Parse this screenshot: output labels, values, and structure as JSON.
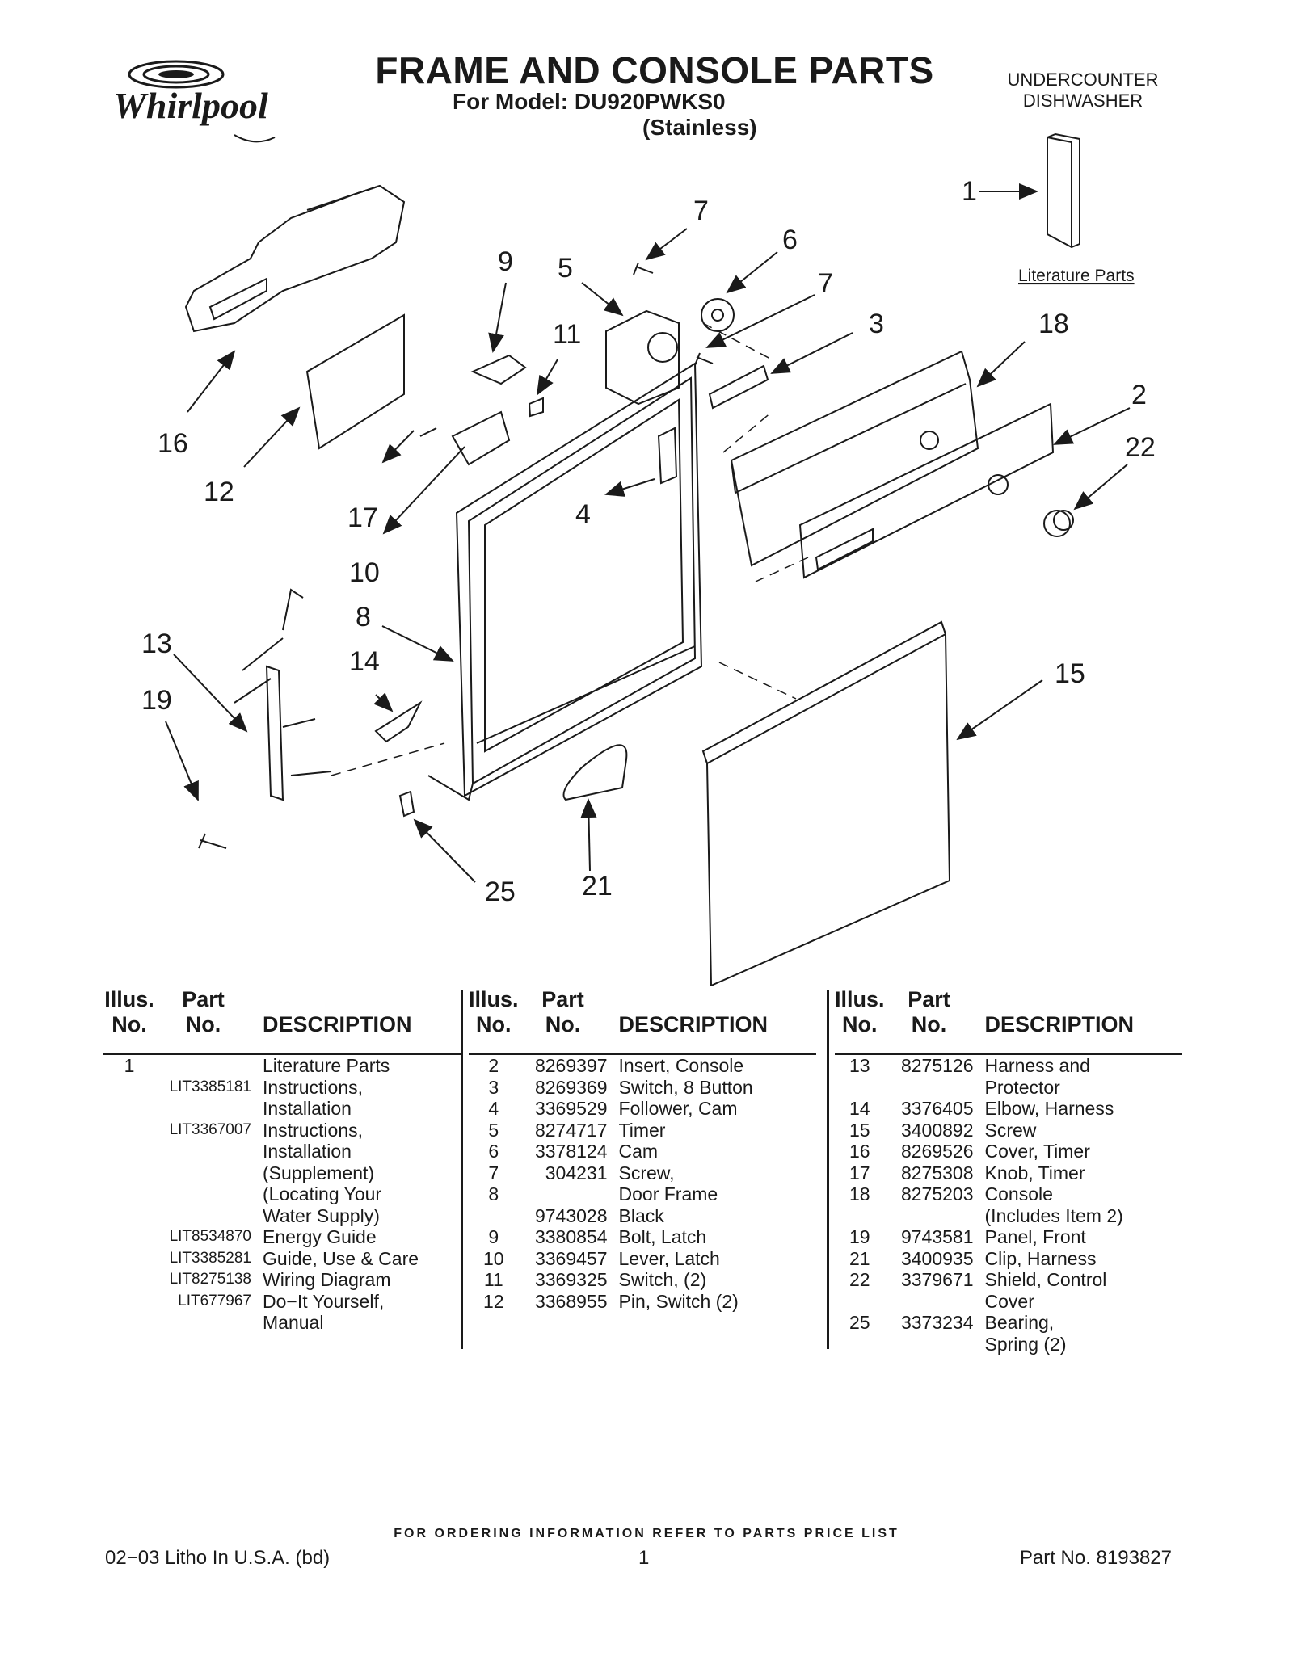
{
  "header": {
    "brand": "Whirlpool",
    "title": "FRAME AND CONSOLE PARTS",
    "model_line": "For Model: DU920PWKS0",
    "variant": "(Stainless)",
    "product_type_line1": "UNDERCOUNTER",
    "product_type_line2": "DISHWASHER"
  },
  "diagram": {
    "literature_label": "Literature Parts",
    "callouts": [
      "1",
      "7",
      "6",
      "9",
      "5",
      "7",
      "11",
      "3",
      "18",
      "2",
      "16",
      "22",
      "12",
      "4",
      "17",
      "10",
      "8",
      "13",
      "14",
      "15",
      "19",
      "25",
      "21"
    ]
  },
  "table_headers": {
    "illus_line1": "Illus.",
    "illus_line2": "No.",
    "part_line1": "Part",
    "part_line2": "No.",
    "description": "DESCRIPTION"
  },
  "parts_columns": [
    [
      {
        "illus": "1",
        "part": "",
        "desc": "Literature Parts"
      },
      {
        "illus": "",
        "part": "LIT3385181",
        "desc": "Instructions,"
      },
      {
        "illus": "",
        "part": "",
        "desc": "Installation"
      },
      {
        "illus": "",
        "part": "LIT3367007",
        "desc": "Instructions,"
      },
      {
        "illus": "",
        "part": "",
        "desc": "Installation"
      },
      {
        "illus": "",
        "part": "",
        "desc": "(Supplement)"
      },
      {
        "illus": "",
        "part": "",
        "desc": "(Locating Your"
      },
      {
        "illus": "",
        "part": "",
        "desc": "Water Supply)"
      },
      {
        "illus": "",
        "part": "LIT8534870",
        "desc": "Energy Guide"
      },
      {
        "illus": "",
        "part": "LIT3385281",
        "desc": "Guide, Use & Care"
      },
      {
        "illus": "",
        "part": "LIT8275138",
        "desc": "Wiring Diagram"
      },
      {
        "illus": "",
        "part": "LIT677967",
        "desc": "Do−It Yourself,"
      },
      {
        "illus": "",
        "part": "",
        "desc": "Manual"
      }
    ],
    [
      {
        "illus": "2",
        "part": "8269397",
        "desc": "Insert, Console"
      },
      {
        "illus": "3",
        "part": "8269369",
        "desc": "Switch, 8 Button"
      },
      {
        "illus": "4",
        "part": "3369529",
        "desc": "Follower, Cam"
      },
      {
        "illus": "5",
        "part": "8274717",
        "desc": "Timer"
      },
      {
        "illus": "6",
        "part": "3378124",
        "desc": "Cam"
      },
      {
        "illus": "7",
        "part": "304231",
        "desc": "Screw,"
      },
      {
        "illus": "8",
        "part": "",
        "desc": "Door Frame"
      },
      {
        "illus": "",
        "part": "9743028",
        "desc": "Black"
      },
      {
        "illus": "9",
        "part": "3380854",
        "desc": "Bolt, Latch"
      },
      {
        "illus": "10",
        "part": "3369457",
        "desc": "Lever, Latch"
      },
      {
        "illus": "11",
        "part": "3369325",
        "desc": "Switch, (2)"
      },
      {
        "illus": "12",
        "part": "3368955",
        "desc": "Pin, Switch (2)"
      }
    ],
    [
      {
        "illus": "13",
        "part": "8275126",
        "desc": "Harness and"
      },
      {
        "illus": "",
        "part": "",
        "desc": "Protector"
      },
      {
        "illus": "14",
        "part": "3376405",
        "desc": "Elbow, Harness"
      },
      {
        "illus": "15",
        "part": "3400892",
        "desc": "Screw"
      },
      {
        "illus": "16",
        "part": "8269526",
        "desc": "Cover, Timer"
      },
      {
        "illus": "17",
        "part": "8275308",
        "desc": "Knob, Timer"
      },
      {
        "illus": "18",
        "part": "8275203",
        "desc": "Console"
      },
      {
        "illus": "",
        "part": "",
        "desc": "(Includes Item 2)"
      },
      {
        "illus": "19",
        "part": "9743581",
        "desc": "Panel, Front"
      },
      {
        "illus": "21",
        "part": "3400935",
        "desc": "Clip, Harness"
      },
      {
        "illus": "22",
        "part": "3379671",
        "desc": "Shield, Control"
      },
      {
        "illus": "",
        "part": "",
        "desc": "Cover"
      },
      {
        "illus": "25",
        "part": "3373234",
        "desc": "Bearing,"
      },
      {
        "illus": "",
        "part": "",
        "desc": "Spring (2)"
      }
    ]
  ],
  "footer": {
    "ordering_note": "FOR ORDERING INFORMATION REFER TO PARTS PRICE LIST",
    "left": "02−03 Litho In U.S.A. (bd)",
    "page_number": "1",
    "right": "Part No. 8193827"
  }
}
